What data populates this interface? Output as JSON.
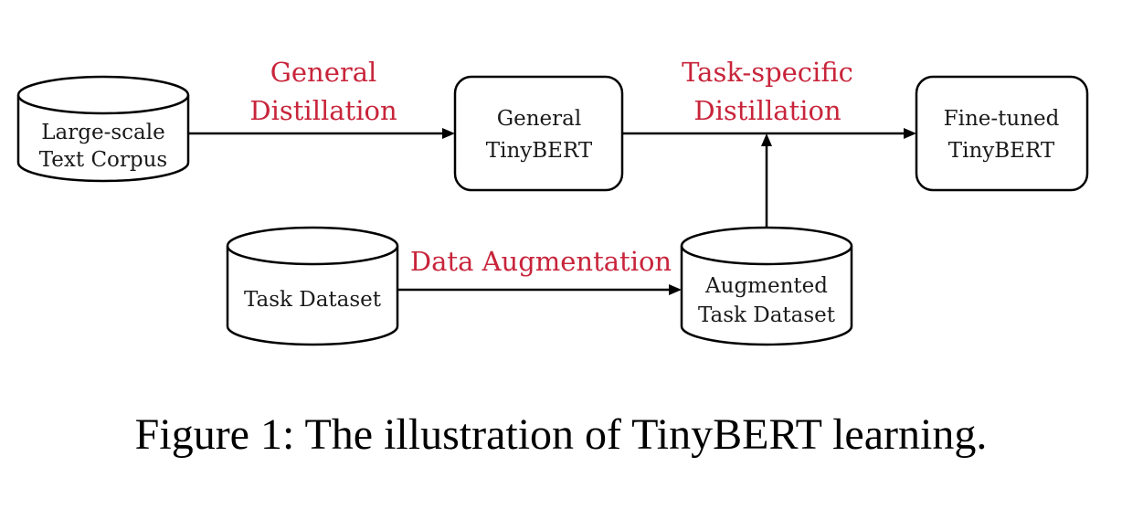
{
  "nodes": {
    "corpus": {
      "lines": [
        "Large-scale",
        "Text Corpus"
      ]
    },
    "general": {
      "lines": [
        "General",
        "TinyBERT"
      ]
    },
    "finetuned": {
      "lines": [
        "Fine-tuned",
        "TinyBERT"
      ]
    },
    "task_dataset": {
      "lines": [
        "Task Dataset"
      ]
    },
    "augmented": {
      "lines": [
        "Augmented",
        "Task Dataset"
      ]
    }
  },
  "edges": {
    "general_distillation": {
      "lines": [
        "General",
        "Distillation"
      ]
    },
    "task_distillation": {
      "lines": [
        "Task-specific",
        "Distillation"
      ]
    },
    "data_augmentation": {
      "lines": [
        "Data Augmentation"
      ]
    }
  },
  "caption": "Figure 1: The illustration of TinyBERT learning.",
  "colors": {
    "edge_label": "#c8243a",
    "stroke": "#000000"
  }
}
